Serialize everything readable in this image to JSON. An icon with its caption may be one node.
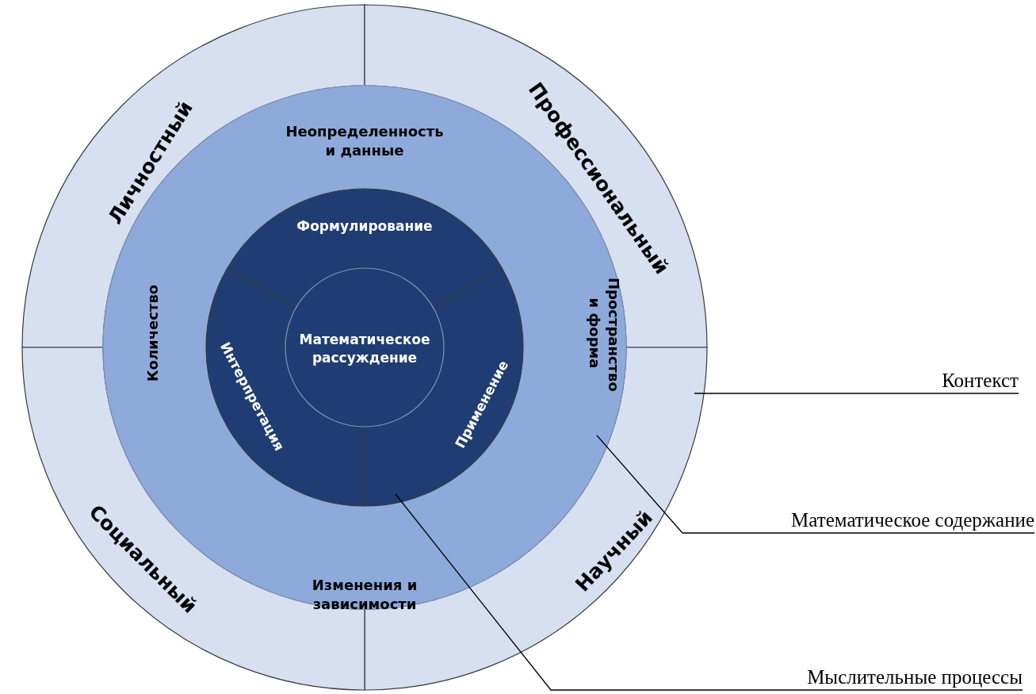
{
  "diagram": {
    "nodes": [
      {
        "text": [
          "Личностный"
        ]
      },
      {
        "text": [
          "Профессиональный"
        ]
      },
      {
        "text": [
          "Научный"
        ]
      },
      {
        "text": [
          "Социальный"
        ]
      },
      {
        "text": [
          "Неопределенность и данные",
          "Пространство и форма",
          "Изменения и зависимости",
          "Количество"
        ]
      },
      {
        "text": [
          "Формулирование"
        ],
        "in": 4
      },
      {
        "text": [
          "Применение"
        ],
        "in": 4
      },
      {
        "text": [
          "Интерпретация"
        ],
        "in": 4
      },
      {
        "text": [
          "Математическое рассуждение"
        ],
        "in": 4
      },
      {
        "text": [
          "Контекст"
        ]
      },
      {
        "text": [
          "Математическое содержание"
        ]
      },
      {
        "text": [
          "Мыслительные процессы"
        ]
      }
    ],
    "edges": [
      {
        "from": 9,
        "to": 2,
        "arrow": "none"
      },
      {
        "from": 10,
        "to": 4,
        "arrow": "none"
      },
      {
        "from": 11,
        "to": 6,
        "arrow": "none"
      }
    ]
  }
}
